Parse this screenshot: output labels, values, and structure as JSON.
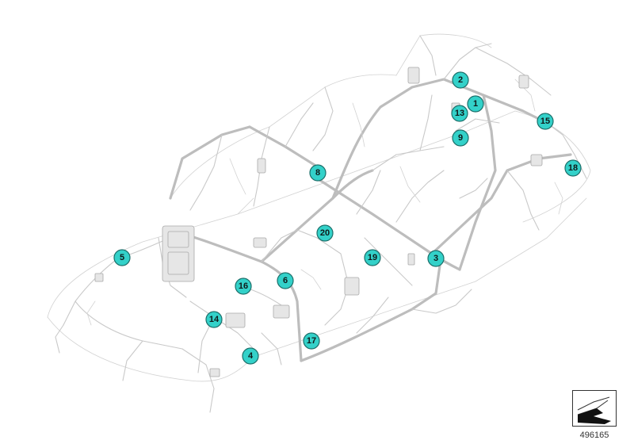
{
  "diagram": {
    "callouts": [
      {
        "id": "callout-1",
        "label": "1"
      },
      {
        "id": "callout-2",
        "label": "2"
      },
      {
        "id": "callout-3",
        "label": "3"
      },
      {
        "id": "callout-4",
        "label": "4"
      },
      {
        "id": "callout-5",
        "label": "5"
      },
      {
        "id": "callout-6",
        "label": "6"
      },
      {
        "id": "callout-8",
        "label": "8"
      },
      {
        "id": "callout-9",
        "label": "9"
      },
      {
        "id": "callout-13",
        "label": "13"
      },
      {
        "id": "callout-14",
        "label": "14"
      },
      {
        "id": "callout-15",
        "label": "15"
      },
      {
        "id": "callout-16",
        "label": "16"
      },
      {
        "id": "callout-17",
        "label": "17"
      },
      {
        "id": "callout-18",
        "label": "18"
      },
      {
        "id": "callout-19",
        "label": "19"
      },
      {
        "id": "callout-20",
        "label": "20"
      }
    ],
    "callout_color": "#33d1c9",
    "wire_color": "#c9c9c9",
    "number": "496165",
    "nav_icon": "arrow-navigation-icon"
  }
}
